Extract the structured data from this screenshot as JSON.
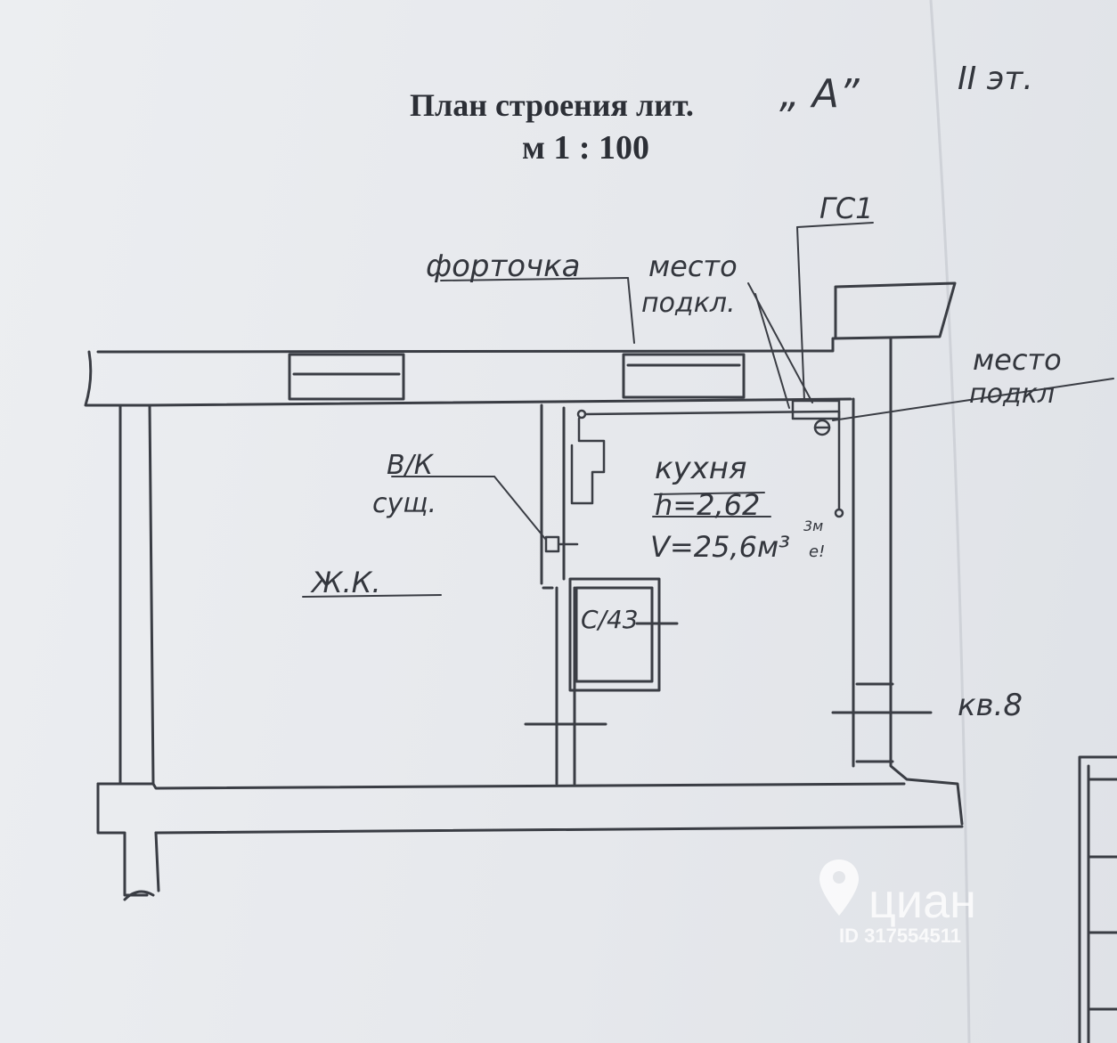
{
  "header": {
    "title": "План строения лит.",
    "title_mark": "„ А”",
    "floor": "II эт.",
    "scale": "м 1 : 100"
  },
  "labels": {
    "fortochka": "форточка",
    "mesto_top_1": "место",
    "mesto_top_2": "подкл.",
    "gas_meter": "ГС1",
    "mesto_right_1": "место",
    "mesto_right_2": "подкл",
    "vk_1": "В/К",
    "vk_2": "сущ.",
    "living_room": "Ж.К.",
    "kitchen_name": "кухня",
    "kitchen_height": "h=2,62",
    "kitchen_volume": "V=25,6м³",
    "small_note_1": "3м",
    "small_note_2": "е!",
    "bathroom": "С/43",
    "apartment": "кв.8"
  },
  "watermark": {
    "brand": "циан",
    "id": "ID 317554511"
  }
}
